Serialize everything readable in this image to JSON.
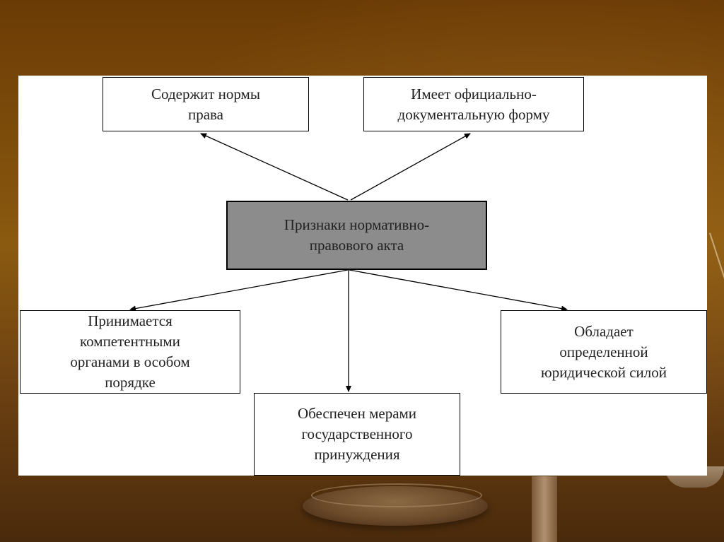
{
  "diagram": {
    "center": "Признаки нормативно-\nправового акта",
    "top_left": "Содержит нормы\nправа",
    "top_right": "Имеет официально-\nдокументальную форму",
    "bottom_left": "Принимается\nкомпетентными\nорганами в особом\nпорядке",
    "bottom_center": "Обеспечен мерами\nгосударственного\nпринуждения",
    "bottom_right": "Обладает\nопределенной\nюридической силой"
  },
  "colors": {
    "center_box": "#8c8c8c",
    "panel": "#ffffff",
    "background": "#7a4a0a"
  }
}
